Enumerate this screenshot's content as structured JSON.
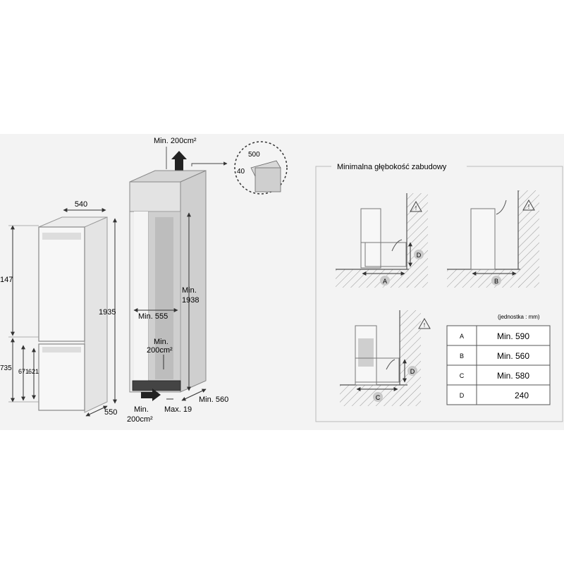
{
  "fridge": {
    "width": "540",
    "height_total": "1935",
    "height_upper_partial": "147",
    "height_lower": "735",
    "height_drawer1": "671",
    "height_drawer2": "621",
    "depth": "550"
  },
  "cabinet": {
    "vent_top": "Min. 200cm²",
    "detail_500": "500",
    "detail_40": "40",
    "inner_width": "Min. 555",
    "height": "Min.",
    "height_value": "1938",
    "mid_vent_1": "Min.",
    "mid_vent_2": "200cm²",
    "bottom_vent_1": "Min.",
    "bottom_vent_2": "200cm²",
    "max_gap": "Max. 19",
    "depth": "Min. 560"
  },
  "panel": {
    "title": "Minimalna głębokość zabudowy",
    "unit_note": "(jednostka : mm)",
    "markers": [
      "A",
      "B",
      "C",
      "D",
      "D"
    ],
    "table": [
      {
        "key": "A",
        "value": "Min. 590"
      },
      {
        "key": "B",
        "value": "Min. 560"
      },
      {
        "key": "C",
        "value": "Min. 580"
      },
      {
        "key": "D",
        "value": "240"
      }
    ]
  }
}
